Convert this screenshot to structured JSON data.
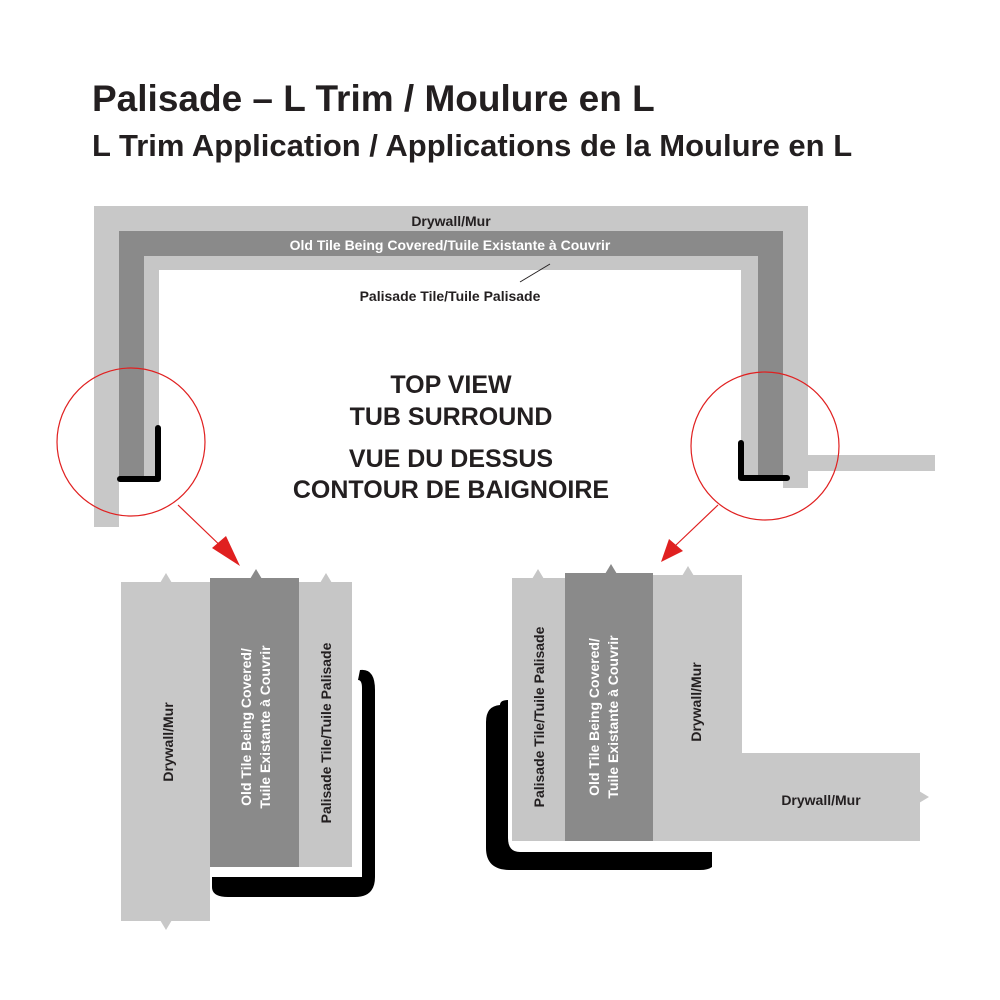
{
  "header": {
    "title": "Palisade – L Trim / Moulure en L",
    "subtitle": "L Trim Application / Applications de la Moulure en L"
  },
  "top_view": {
    "drywall_label": "Drywall/Mur",
    "old_tile_label": "Old Tile Being Covered/Tuile Existante à Couvrir",
    "palisade_label": "Palisade Tile/Tuile Palisade",
    "center_line1": "TOP VIEW",
    "center_line2": "TUB SURROUND",
    "center_line3": "VUE DU DESSUS",
    "center_line4": "CONTOUR DE BAIGNOIRE"
  },
  "detail_left": {
    "drywall_label": "Drywall/Mur",
    "old_tile_line1": "Old Tile Being Covered/",
    "old_tile_line2": "Tuile Existante à Couvrir",
    "palisade_label": "Palisade Tile/Tuile Palisade"
  },
  "detail_right": {
    "palisade_label": "Palisade Tile/Tuile Palisade",
    "old_tile_line1": "Old Tile Being Covered/",
    "old_tile_line2": "Tuile Existante à Couvrir",
    "drywall_vertical_label": "Drywall/Mur",
    "drywall_horizontal_label": "Drywall/Mur"
  },
  "colors": {
    "drywall": "#c8c8c8",
    "old_tile": "#8a8a8a",
    "palisade": "#c6c6c6",
    "trim": "#000000",
    "callout": "#e02020",
    "text_dark": "#231f20"
  }
}
